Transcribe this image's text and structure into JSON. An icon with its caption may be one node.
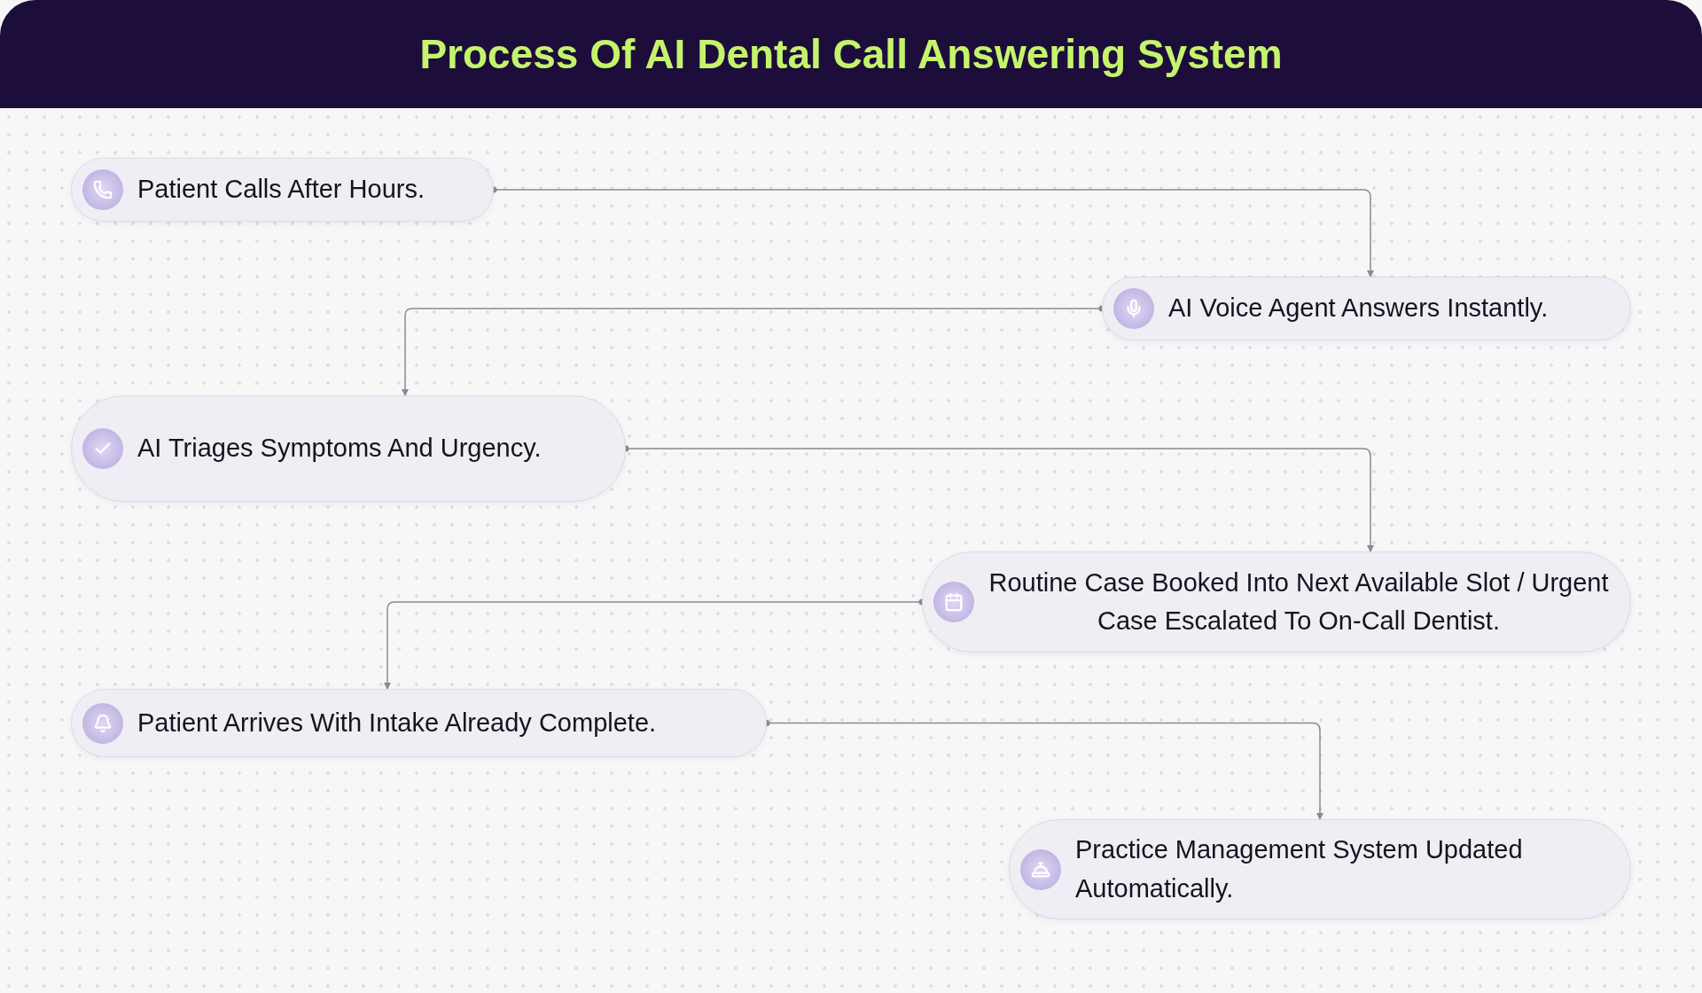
{
  "diagram": {
    "title": "Process Of AI Dental Call Answering System",
    "nodes": [
      {
        "text": [
          "Patient Calls After Hours."
        ]
      },
      {
        "text": [
          "AI Voice Agent Answers Instantly."
        ]
      },
      {
        "text": [
          "AI Triages Symptoms And Urgency."
        ]
      },
      {
        "text": [
          "Routine Case Booked Into Next Available Slot / Urgent Case Escalated To On-Call Dentist."
        ]
      },
      {
        "text": [
          "Patient Arrives With Intake Already Complete."
        ]
      },
      {
        "text": [
          "Practice Management System Updated Automatically."
        ]
      }
    ],
    "edges": [
      {
        "from": 0,
        "to": 1,
        "arrow": "to"
      },
      {
        "from": 1,
        "to": 2,
        "arrow": "to"
      },
      {
        "from": 2,
        "to": 3,
        "arrow": "to"
      },
      {
        "from": 3,
        "to": 4,
        "arrow": "to"
      },
      {
        "from": 4,
        "to": 5,
        "arrow": "to"
      }
    ]
  }
}
